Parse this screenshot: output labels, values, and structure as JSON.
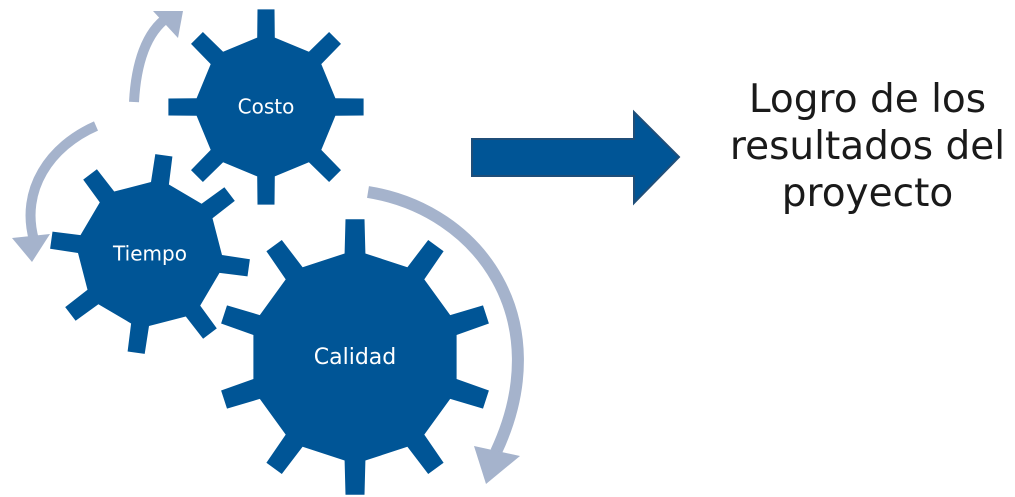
{
  "diagram": {
    "gears": [
      {
        "id": "costo",
        "label": "Costo"
      },
      {
        "id": "tiempo",
        "label": "Tiempo"
      },
      {
        "id": "calidad",
        "label": "Calidad"
      }
    ],
    "result": {
      "lines": [
        "Logro de los",
        "resultados del",
        "proyecto"
      ]
    }
  },
  "colors": {
    "gear": "#005596",
    "cycle_arrow": "#a5b3cc",
    "main_arrow_fill": "#005596",
    "main_arrow_stroke": "#1f4e79",
    "text": "#1a1a1a"
  }
}
